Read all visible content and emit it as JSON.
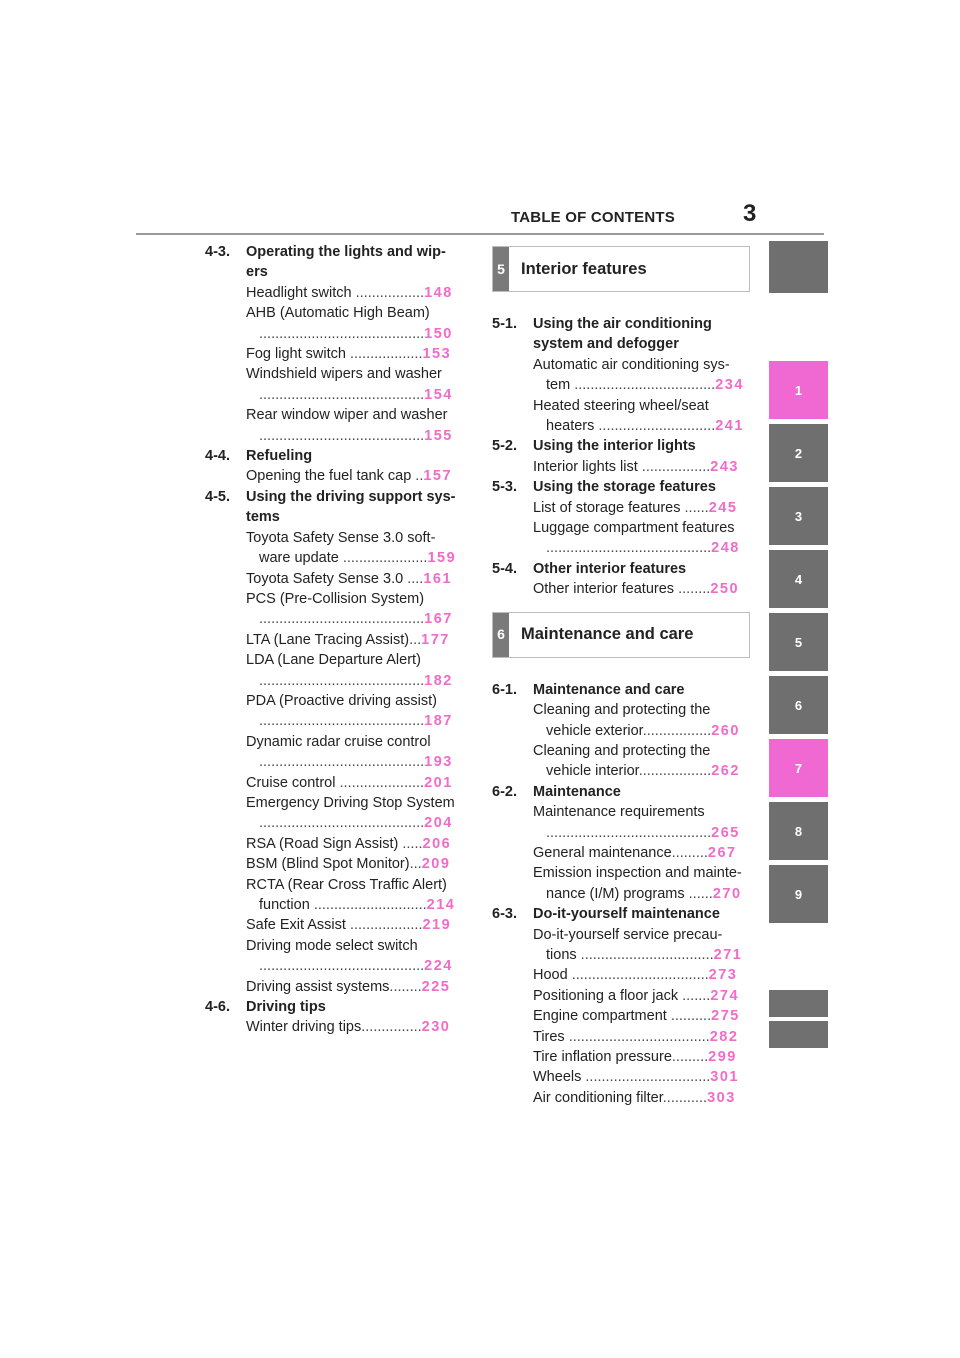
{
  "header": {
    "title": "TABLE OF CONTENTS",
    "page_number": "3"
  },
  "left_column": [
    {
      "num": "4-3.",
      "title": "Operating the lights and wip- ",
      "title2": "ers",
      "entries": [
        {
          "text": "Headlight switch",
          "dots": " .................",
          "page": "148"
        },
        {
          "text": "AHB (Automatic High Beam)",
          "cont": true,
          "dots": ".........................................",
          "page": "150"
        },
        {
          "text": "Fog light switch",
          "dots": " ..................",
          "page": "153"
        },
        {
          "text": "Windshield wipers and washer",
          "cont": true,
          "dots": ".........................................",
          "page": "154"
        },
        {
          "text": "Rear window wiper and washer",
          "cont": true,
          "dots": ".........................................",
          "page": "155"
        }
      ]
    },
    {
      "num": "4-4.",
      "title": "Refueling",
      "title2": "",
      "entries": [
        {
          "text": "Opening the fuel tank cap",
          "dots": " ..",
          "page": "157"
        }
      ]
    },
    {
      "num": "4-5.",
      "title": "Using the driving support sys-",
      "title2": "tems",
      "entries": [
        {
          "text": "Toyota Safety Sense 3.0 soft-",
          "cont_text": "ware update",
          "dots": " .....................",
          "page": "159"
        },
        {
          "text": "Toyota Safety Sense 3.0",
          "dots": " ....",
          "page": "161"
        },
        {
          "text": "PCS (Pre-Collision System)",
          "cont": true,
          "dots": ".........................................",
          "page": "167"
        },
        {
          "text": "LTA (Lane Tracing Assist)",
          "dots": "...",
          "page": "177"
        },
        {
          "text": "LDA (Lane Departure Alert)",
          "cont": true,
          "dots": ".........................................",
          "page": "182"
        },
        {
          "text": "PDA (Proactive driving assist)",
          "cont": true,
          "dots": ".........................................",
          "page": "187"
        },
        {
          "text": "Dynamic radar cruise control",
          "cont": true,
          "dots": ".........................................",
          "page": "193"
        },
        {
          "text": "Cruise control",
          "dots": " .....................",
          "page": "201"
        },
        {
          "text": "Emergency Driving Stop System",
          "cont": true,
          "dots": ".........................................",
          "page": "204"
        },
        {
          "text": "RSA (Road Sign Assist)",
          "dots": " .....",
          "page": "206"
        },
        {
          "text": "BSM (Blind Spot Monitor)",
          "dots": "...",
          "page": "209"
        },
        {
          "text": "RCTA (Rear Cross Traffic Alert)",
          "cont_text": "function",
          "dots": " ............................",
          "page": "214"
        },
        {
          "text": "Safe Exit Assist",
          "dots": " ..................",
          "page": "219"
        },
        {
          "text": "Driving mode select switch",
          "cont": true,
          "dots": ".........................................",
          "page": "224"
        },
        {
          "text": "Driving assist systems",
          "dots": "........",
          "page": "225"
        }
      ]
    },
    {
      "num": "4-6.",
      "title": "Driving tips",
      "title2": "",
      "entries": [
        {
          "text": "Winter driving tips",
          "dots": "...............",
          "page": "230"
        }
      ]
    }
  ],
  "right_column": {
    "chapter5": {
      "num": "5",
      "title": "Interior features"
    },
    "sections5": [
      {
        "num": "5-1.",
        "title": "Using the air conditioning",
        "title2": "system and defogger",
        "entries": [
          {
            "text": "Automatic air conditioning sys-",
            "cont_text": "tem",
            "dots": " ...................................",
            "page": "234"
          },
          {
            "text": "Heated steering wheel/seat",
            "cont_text": "heaters",
            "dots": " .............................",
            "page": "241"
          }
        ]
      },
      {
        "num": "5-2.",
        "title": "Using the interior lights",
        "title2": "",
        "entries": [
          {
            "text": "Interior lights list",
            "dots": " .................",
            "page": "243"
          }
        ]
      },
      {
        "num": "5-3.",
        "title": "Using the storage features",
        "title2": "",
        "entries": [
          {
            "text": "List of storage features",
            "dots": " ......",
            "page": "245"
          },
          {
            "text": "Luggage compartment features",
            "cont": true,
            "dots": ".........................................",
            "page": "248"
          }
        ]
      },
      {
        "num": "5-4.",
        "title": "Other interior features",
        "title2": "",
        "entries": [
          {
            "text": "Other interior features",
            "dots": " ........",
            "page": "250"
          }
        ]
      }
    ],
    "chapter6": {
      "num": "6",
      "title": "Maintenance and care"
    },
    "sections6": [
      {
        "num": "6-1.",
        "title": "Maintenance and care",
        "title2": "",
        "entries": [
          {
            "text": "Cleaning and protecting the",
            "cont_text": "vehicle exterior",
            "dots": ".................",
            "page": "260"
          },
          {
            "text": "Cleaning and protecting the",
            "cont_text": "vehicle interior",
            "dots": "..................",
            "page": "262"
          }
        ]
      },
      {
        "num": "6-2.",
        "title": "Maintenance",
        "title2": "",
        "entries": [
          {
            "text": "Maintenance requirements",
            "cont": true,
            "dots": ".........................................",
            "page": "265"
          },
          {
            "text": "General maintenance",
            "dots": ".........",
            "page": "267"
          },
          {
            "text": "Emission inspection and mainte-",
            "cont_text": "nance (I/M) programs",
            "dots": " ......",
            "page": "270"
          }
        ]
      },
      {
        "num": "6-3.",
        "title": "Do-it-yourself maintenance",
        "title2": "",
        "entries": [
          {
            "text": "Do-it-yourself service precau-",
            "cont_text": "tions",
            "dots": " .................................",
            "page": "271"
          },
          {
            "text": "Hood",
            "dots": " ..................................",
            "page": "273"
          },
          {
            "text": "Positioning a floor jack",
            "dots": " .......",
            "page": "274"
          },
          {
            "text": "Engine compartment",
            "dots": " ..........",
            "page": "275"
          },
          {
            "text": "Tires",
            "dots": " ...................................",
            "page": "282"
          },
          {
            "text": "Tire inflation pressure",
            "dots": ".........",
            "page": "299"
          },
          {
            "text": "Wheels",
            "dots": " ...............................",
            "page": "301"
          },
          {
            "text": "Air conditioning filter",
            "dots": "...........",
            "page": "303"
          }
        ]
      }
    ]
  },
  "side_tabs": [
    {
      "label": "",
      "active": false
    },
    {
      "label": "1",
      "active": true
    },
    {
      "label": "2",
      "active": false
    },
    {
      "label": "3",
      "active": false
    },
    {
      "label": "4",
      "active": false
    },
    {
      "label": "5",
      "active": false
    },
    {
      "label": "6",
      "active": false
    },
    {
      "label": "7",
      "active": true
    },
    {
      "label": "8",
      "active": false
    },
    {
      "label": "9",
      "active": false
    }
  ],
  "colors": {
    "accent": "#f06cc8",
    "tab_gray": "#6f6f6f",
    "tab_active": "#f069d3"
  }
}
